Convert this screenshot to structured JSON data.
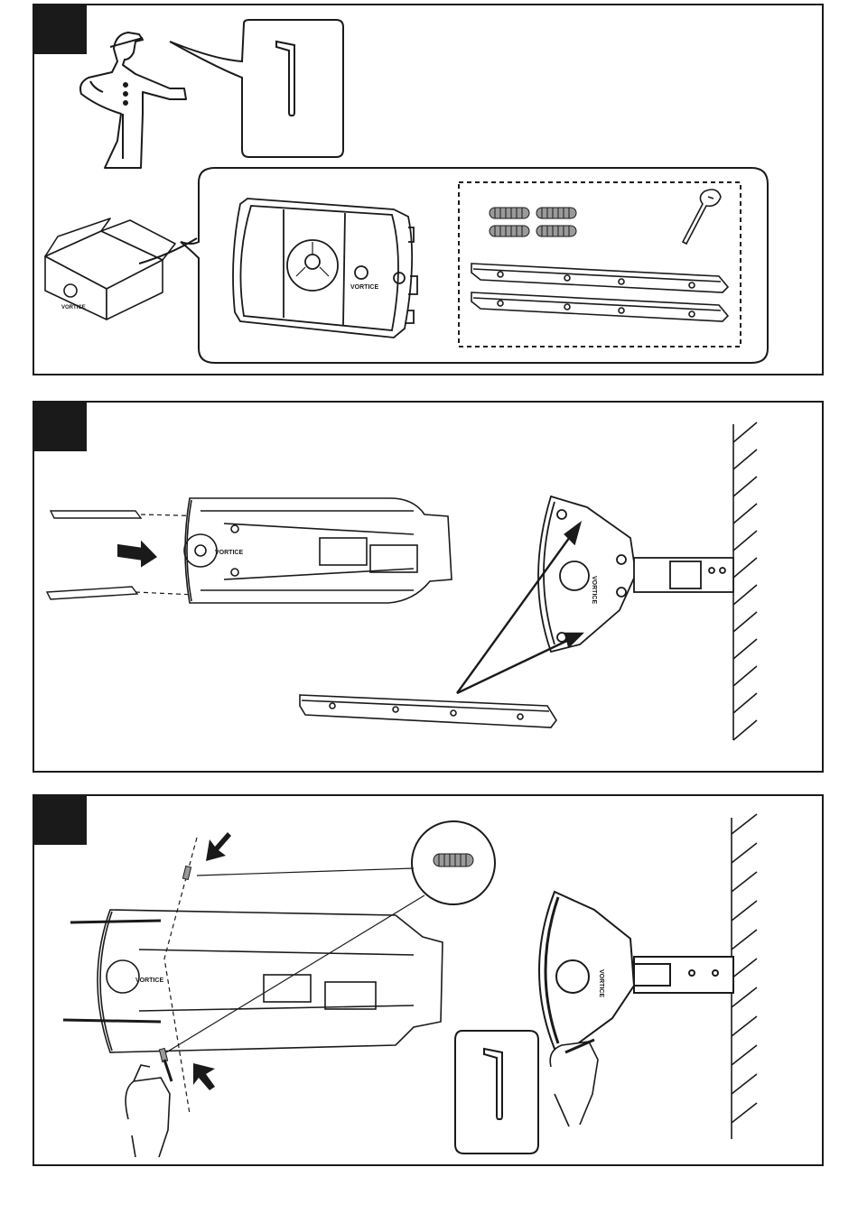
{
  "brand": {
    "name": "VORTICE",
    "box_logo_text": "VORTICE",
    "heater_logo_text": "VORTICE"
  },
  "panels": [
    {
      "id": "step-1",
      "badge_text": ""
    },
    {
      "id": "step-2",
      "badge_text": ""
    },
    {
      "id": "step-3",
      "badge_text": ""
    }
  ],
  "colors": {
    "ink": "#1a1a1a",
    "badge": "#1a1a1a",
    "paper": "#ffffff",
    "gray": "#9a9a9a"
  },
  "icons": [
    "hex-key-icon",
    "worker-figure",
    "box-icon",
    "heater-unit",
    "grub-screw-icon",
    "cable-tie-icon",
    "mounting-rail",
    "wall-hatch",
    "hand-icon",
    "arrow-icon"
  ]
}
